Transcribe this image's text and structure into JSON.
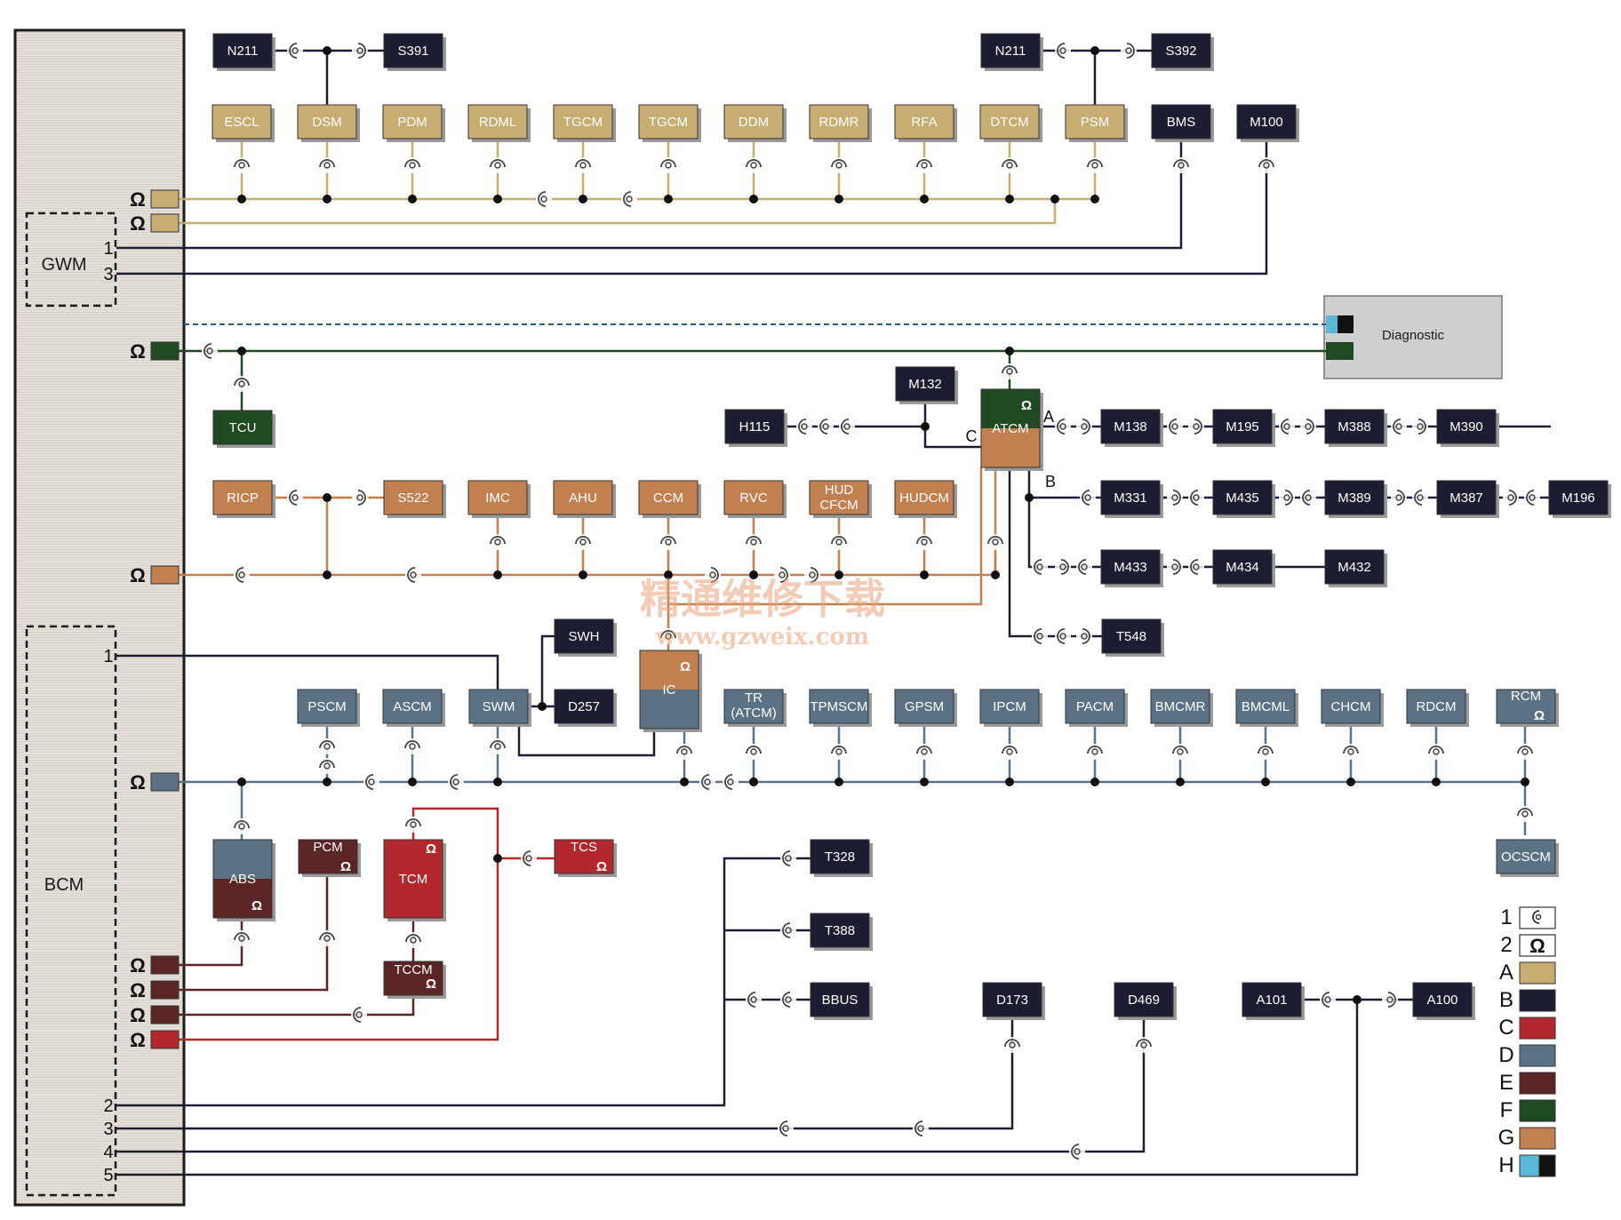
{
  "colors": {
    "A": "#c8ad72",
    "B": "#1c1c33",
    "C": "#b3282c",
    "D": "#5a7284",
    "E": "#5c2525",
    "F": "#1f4a22",
    "G": "#c27f4f",
    "H1": "#5ab8d6",
    "H2": "#111111",
    "bcm_body": "#e2dcd6",
    "diag_box": "#cfcfcf"
  },
  "gateway_labels": {
    "gwm": "GWM",
    "bcm": "BCM",
    "diagnostic": "Diagnostic"
  },
  "terminator_symbol": "Ω",
  "pin_numbers": {
    "gwm": [
      "1",
      "3"
    ],
    "bcm": [
      "1",
      "2",
      "3",
      "4",
      "5"
    ]
  },
  "port_letters": {
    "atcm_a": "A",
    "atcm_b": "B",
    "atcm_c": "C"
  },
  "modules": {
    "N211a": "N211",
    "S391": "S391",
    "N211b": "N211",
    "S392": "S392",
    "ESCL": "ESCL",
    "DSM": "DSM",
    "PDM": "PDM",
    "RDML": "RDML",
    "TGCM1": "TGCM",
    "TGCM2": "TGCM",
    "DDM": "DDM",
    "RDMR": "RDMR",
    "RFA": "RFA",
    "DTCM": "DTCM",
    "PSM": "PSM",
    "BMS": "BMS",
    "M100": "M100",
    "TCU": "TCU",
    "M132": "M132",
    "H115": "H115",
    "ATCM": "ATCM",
    "M138": "M138",
    "M195": "M195",
    "M388": "M388",
    "M390": "M390",
    "M331": "M331",
    "M435": "M435",
    "M389": "M389",
    "M387": "M387",
    "M196": "M196",
    "M433": "M433",
    "M434": "M434",
    "M432": "M432",
    "T548": "T548",
    "RICP": "RICP",
    "S522": "S522",
    "IMC": "IMC",
    "AHU": "AHU",
    "CCM": "CCM",
    "RVC": "RVC",
    "HUD1": "HUD",
    "HUD2": "CFCM",
    "HUDCM": "HUDCM",
    "SWH": "SWH",
    "SWM": "SWM",
    "D257": "D257",
    "IC": "IC",
    "PSCM": "PSCM",
    "ASCM": "ASCM",
    "TR1": "TR",
    "TR2": "(ATCM)",
    "TPMSCM": "TPMSCM",
    "GPSM": "GPSM",
    "IPCM": "IPCM",
    "PACM": "PACM",
    "BMCMR": "BMCMR",
    "BMCML": "BMCML",
    "CHCM": "CHCM",
    "RDCM": "RDCM",
    "RCM": "RCM",
    "OCSCM": "OCSCM",
    "ABS": "ABS",
    "PCM": "PCM",
    "TCM": "TCM",
    "TCS": "TCS",
    "TCCM": "TCCM",
    "T328": "T328",
    "T388": "T388",
    "BBUS": "BBUS",
    "D173": "D173",
    "D469": "D469",
    "A101": "A101",
    "A100": "A100"
  },
  "legend": [
    {
      "num": "1",
      "kind": "connector"
    },
    {
      "num": "2",
      "kind": "terminator"
    },
    {
      "num": "A",
      "color": "#c8ad72"
    },
    {
      "num": "B",
      "color": "#1c1c33"
    },
    {
      "num": "C",
      "color": "#b3282c"
    },
    {
      "num": "D",
      "color": "#5a7284"
    },
    {
      "num": "E",
      "color": "#5c2525"
    },
    {
      "num": "F",
      "color": "#1f4a22"
    },
    {
      "num": "G",
      "color": "#c27f4f"
    },
    {
      "num": "H",
      "color": "#5ab8d6",
      "color2": "#111111"
    }
  ],
  "watermark": {
    "cn": "精通维修下载",
    "url": "www.gzweix.com"
  }
}
